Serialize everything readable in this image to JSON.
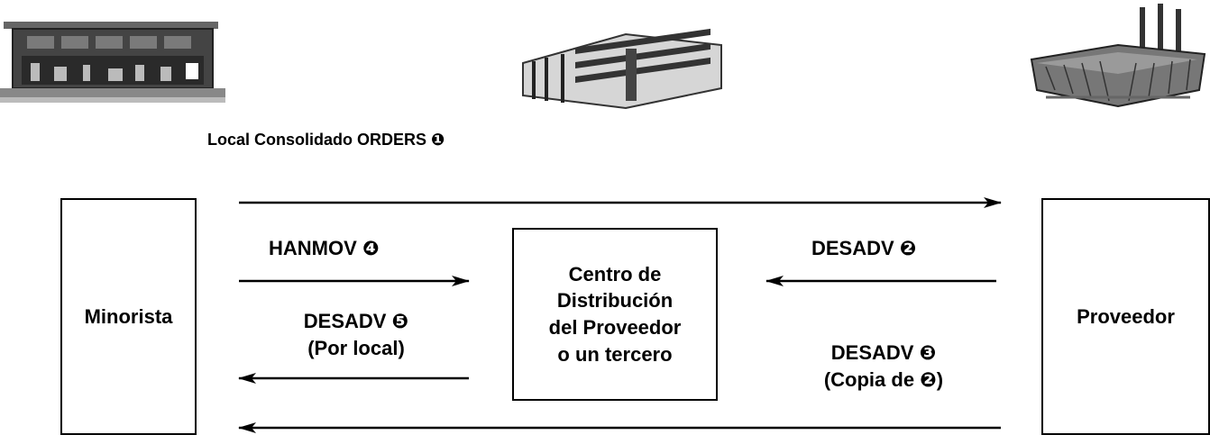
{
  "top_label": "Local Consolidado ORDERS ❶",
  "boxes": {
    "minorista": "Minorista",
    "centro": [
      "Centro de",
      "Distribución",
      "del Proveedor",
      "o un tercero"
    ],
    "proveedor": "Proveedor"
  },
  "labels": {
    "hanmov": "HANMOV ❹",
    "desadv_5_line1": "DESADV ❺",
    "desadv_5_line2": "(Por local)",
    "desadv_2": "DESADV ❷",
    "desadv_3_line1": "DESADV ❸",
    "desadv_3_line2": "(Copia de ❷)"
  },
  "icons": {
    "retail_store": "retail-store-icon",
    "distribution_center": "distribution-center-icon",
    "factory": "factory-icon"
  }
}
